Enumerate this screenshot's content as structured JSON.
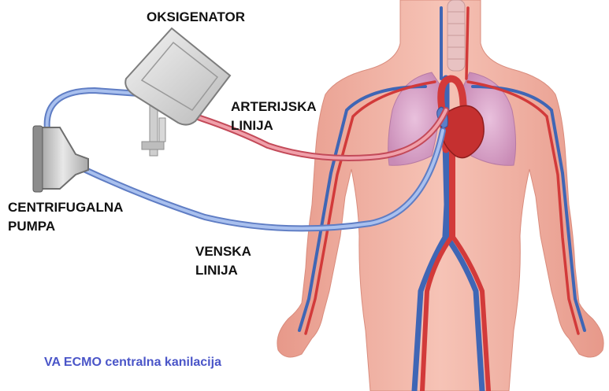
{
  "labels": {
    "oxygenator": "OKSIGENATOR",
    "arterial_line": [
      "ARTERIJSKA",
      "LINIJA"
    ],
    "pump": [
      "CENTRIFUGALNA",
      "PUMPA"
    ],
    "venous_line": [
      "VENSKA",
      "LINIJA"
    ]
  },
  "caption": "VA ECMO centralna kanilacija",
  "colors": {
    "caption": "#4a55c8",
    "label": "#111111",
    "skin": "#f1b3a6",
    "arterial_tube": "#e0707d",
    "venous_tube": "#7f9fdc",
    "artery": "#d23a3a",
    "vein": "#3f66b5",
    "lung": "#d8a6c9"
  }
}
